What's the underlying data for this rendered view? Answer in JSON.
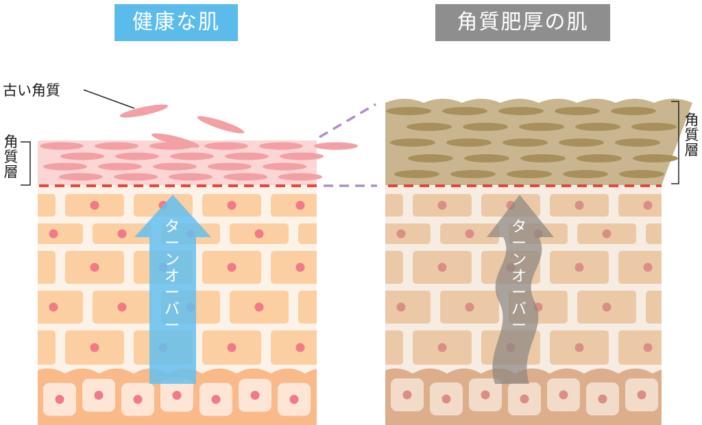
{
  "healthy": {
    "title": "健康な肌",
    "old_corneum_label": "古い角質",
    "layer_label": "角質層",
    "turnover_label": "ターンオーバー"
  },
  "thick": {
    "title": "角質肥厚の肌",
    "layer_label": "角質層",
    "turnover_label": "ターンオーバー"
  },
  "colors": {
    "healthy_badge": "#5bbcec",
    "thick_badge": "#8e8e8e",
    "healthy_skin": "#fbcfa2",
    "healthy_corneum": "#fcd6d4",
    "thick_corneum": "#c9b690",
    "thick_skin": "#ecc9a6",
    "dotted_line": "#e9433a",
    "connector_line": "#b08fca",
    "healthy_arrow": "#63bff0",
    "thick_arrow": "#8a8580"
  }
}
